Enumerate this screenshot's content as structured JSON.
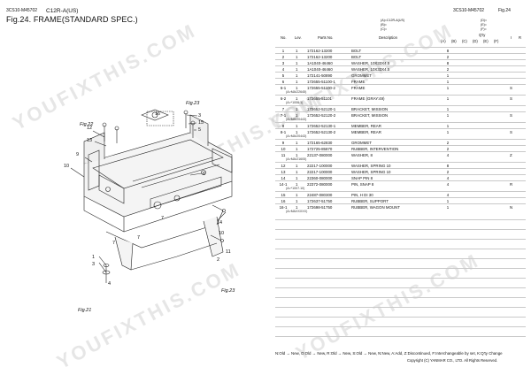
{
  "header": {
    "doc_code_left": "3CS10-M45702",
    "model": "C12R-A(US)",
    "fig_title": "Fig.24.  FRAME(STANDARD SPEC.)",
    "doc_code_right": "3CS10-M45702",
    "fig_right": "Fig.24"
  },
  "watermark_text": "YOUFIXTHIS.COM",
  "table": {
    "headers": {
      "no": "No.",
      "lev": "Lev.",
      "parts_no": "Parts No.",
      "description": "Description",
      "qty": "Q'ty",
      "ic": "I",
      "r": "R"
    },
    "model_keys": [
      "(A)=C12R-A(US)",
      "(B)=",
      "(C)="
    ],
    "model_keys2": [
      "(D)=",
      "(E)=",
      "(F)="
    ],
    "qty_cols": [
      "(A)",
      "(B)",
      "(C)",
      "(D)",
      "(E)",
      "(F)"
    ],
    "rows": [
      {
        "no": "1",
        "lev": "1",
        "pn": "172162-13200",
        "desc": "BOLT",
        "a": "8",
        "ic": ""
      },
      {
        "no": "2",
        "lev": "1",
        "pn": "172162-13200",
        "desc": "BOLT",
        "a": "2",
        "ic": ""
      },
      {
        "no": "3",
        "lev": "1",
        "pn": "1A1040-46460",
        "desc": "WASHER, 10X33X4.5",
        "a": "8",
        "ic": ""
      },
      {
        "no": "4",
        "lev": "1",
        "pn": "1A1040-46460",
        "desc": "WASHER, 10X33X4.5",
        "a": "2",
        "ic": ""
      },
      {
        "no": "5",
        "lev": "1",
        "pn": "172141-50890",
        "desc": "GROMMET",
        "a": "1",
        "ic": ""
      },
      {
        "no": "6",
        "lev": "1",
        "pn": "172655-51100-1",
        "desc": "FRAME",
        "a": "1",
        "ic": ""
      },
      {
        "no": "6-1",
        "lev": "1",
        "pn": "172655-51100-2",
        "desc": "FRAME",
        "a": "1",
        "ic": "S",
        "note": "(A>MA/22645)"
      },
      {
        "no": "6-2",
        "lev": "1",
        "pn": "172655-51101",
        "desc": "FRAME        (GRAY:49)",
        "a": "1",
        "ic": "S",
        "note": "(A>*1006.1)"
      },
      {
        "no": "7",
        "lev": "1",
        "pn": "172652-52120-1",
        "desc": "BRACKET, MISSION",
        "a": "1",
        "ic": ""
      },
      {
        "no": "7-1",
        "lev": "1",
        "pn": "172652-52120-2",
        "desc": "BRACKET, MISSION",
        "a": "1",
        "ic": "S",
        "note": "(A>MA/20443)"
      },
      {
        "no": "8",
        "lev": "1",
        "pn": "172652-52130-1",
        "desc": "MEMBER, REAR",
        "a": "1",
        "ic": ""
      },
      {
        "no": "8-1",
        "lev": "1",
        "pn": "172652-52130-2",
        "desc": "MEMBER, REAR",
        "a": "1",
        "ic": "S",
        "note": "(A>MA/20443)"
      },
      {
        "no": "9",
        "lev": "1",
        "pn": "172165-62830",
        "desc": "GROMMET",
        "a": "2",
        "ic": ""
      },
      {
        "no": "10",
        "lev": "1",
        "pn": "172725-85870",
        "desc": "RUBBER, INTERVENTION",
        "a": "2",
        "ic": ""
      },
      {
        "no": "11",
        "lev": "1",
        "pn": "22137-080000",
        "desc": "WASHER, 8",
        "a": "4",
        "ic": "Z",
        "note": "(A>MA/21605)"
      },
      {
        "no": "12",
        "lev": "1",
        "pn": "22217-100000",
        "desc": "WASHER, SPRING 10",
        "a": "8",
        "ic": ""
      },
      {
        "no": "13",
        "lev": "1",
        "pn": "22217-100000",
        "desc": "WASHER, SPRING 10",
        "a": "2",
        "ic": ""
      },
      {
        "no": "14",
        "lev": "1",
        "pn": "22360-080000",
        "desc": "SNAP PIN 8",
        "a": "4",
        "ic": ""
      },
      {
        "no": "14-1",
        "lev": "1",
        "pn": "22372-080000",
        "desc": "PIN, SNAP 8",
        "a": "4",
        "ic": "R",
        "note": "(A>*1007.10)"
      },
      {
        "no": "15",
        "lev": "1",
        "pn": "22487-080300",
        "desc": "PIN, H DI 30",
        "a": "4",
        "ic": ""
      },
      {
        "no": "16",
        "lev": "1",
        "pn": "172637-51750",
        "desc": "RUBBER, SUPPORT",
        "a": "1",
        "ic": ""
      },
      {
        "no": "16-1",
        "lev": "1",
        "pn": "172698-51750",
        "desc": "RUBBER, WAGON MOUNT",
        "a": "1",
        "ic": "N",
        "note": "(A>MAXXXXX)"
      }
    ]
  },
  "footer": {
    "legend": "N:Old → New,  O:Old → New,  R:Old → New,  S:Old → New,  N:New, A:Add, Z:Discontinued, F:Interchangeable by set, K:Q'ty Change",
    "copyright": "Copyright (C)  YANMAR CO., LTD. All Rights Reserved."
  },
  "diagram": {
    "callouts": [
      "1",
      "2",
      "3",
      "4",
      "5",
      "6",
      "7",
      "8",
      "9",
      "10",
      "11",
      "12",
      "13",
      "14",
      "15",
      "16"
    ],
    "fig_refs": [
      "Fig.22",
      "Fig.23",
      "Fig.21",
      "Fig.23"
    ]
  }
}
